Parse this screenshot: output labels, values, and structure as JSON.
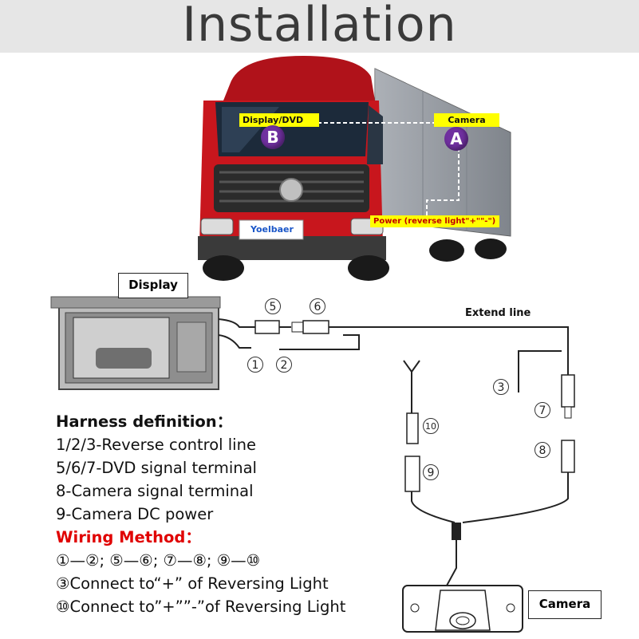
{
  "banner": {
    "title": "Installation"
  },
  "truck": {
    "label_display": "Display/DVD",
    "label_camera": "Camera",
    "label_power": "Power (reverse light\"+\"\"-\")",
    "marker_b": "B",
    "marker_a": "A",
    "brand": "Yoelbaer"
  },
  "diagram": {
    "display_label": "Display",
    "camera_label": "Camera",
    "extend_label": "Extend line",
    "numbers": {
      "n1": "1",
      "n2": "2",
      "n3": "3",
      "n5": "5",
      "n6": "6",
      "n7": "7",
      "n8": "8",
      "n9": "9",
      "n10": "10"
    }
  },
  "info": {
    "harness_title": "Harness definition：",
    "line1": "1/2/3-Reverse control line",
    "line2": "5/6/7-DVD signal terminal",
    "line3": "8-Camera signal terminal",
    "line4": "9-Camera DC power",
    "wiring_title": "Wiring Method：",
    "wiring1": "①—②; ⑤—⑥; ⑦—⑧; ⑨—⑩",
    "wiring2": "③Connect to“+” of Reversing Light",
    "wiring3": "⑩Connect to”+””-”of Reversing Light"
  },
  "colors": {
    "banner_bg": "#e6e6e6",
    "truck_red": "#c8161d",
    "tag_yellow": "#ffff00",
    "marker_purple": "#7030a0",
    "wiring_red": "#e00000"
  }
}
